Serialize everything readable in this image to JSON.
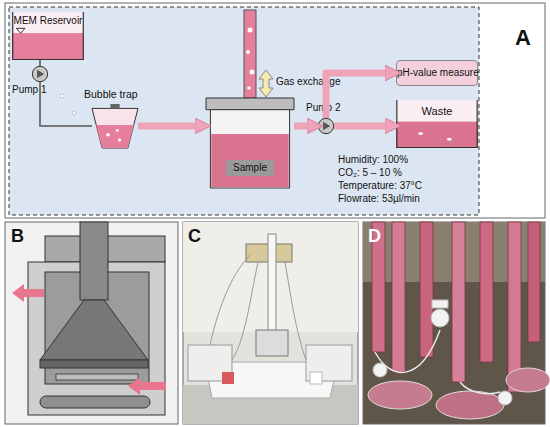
{
  "diagram": {
    "nodes": [
      {
        "text": [
          "A"
        ]
      },
      {
        "text": [
          "MEM Reservoir"
        ],
        "in": 0
      },
      {
        "text": [
          "Pump 1"
        ],
        "in": 0
      },
      {
        "text": [
          "Bubble trap"
        ],
        "in": 0
      },
      {
        "text": [
          "Sample"
        ],
        "in": 0
      },
      {
        "text": [
          "Pump 2"
        ],
        "in": 0
      },
      {
        "text": [
          "pH-value measure"
        ],
        "in": 0
      },
      {
        "text": [
          "Waste"
        ],
        "in": 0
      },
      {
        "text": [
          "B"
        ]
      },
      {
        "text": [
          "C"
        ]
      },
      {
        "text": [
          "D"
        ]
      }
    ],
    "edges": [
      {
        "from": 1,
        "to": 2,
        "arrow": "none"
      },
      {
        "from": 2,
        "to": 3,
        "arrow": "none"
      },
      {
        "from": 3,
        "to": 4,
        "arrow": "to"
      },
      {
        "from": 4,
        "to": 5,
        "arrow": "to"
      },
      {
        "from": 5,
        "to": 6,
        "arrow": "to"
      },
      {
        "from": 5,
        "to": 7,
        "arrow": "to"
      }
    ],
    "labels": [
      "Gas exchange",
      "Humidity: 100%",
      "CO₂: 5 – 10 %",
      "Temperature: 37°C",
      "Flowrate: 53µl/min"
    ]
  }
}
